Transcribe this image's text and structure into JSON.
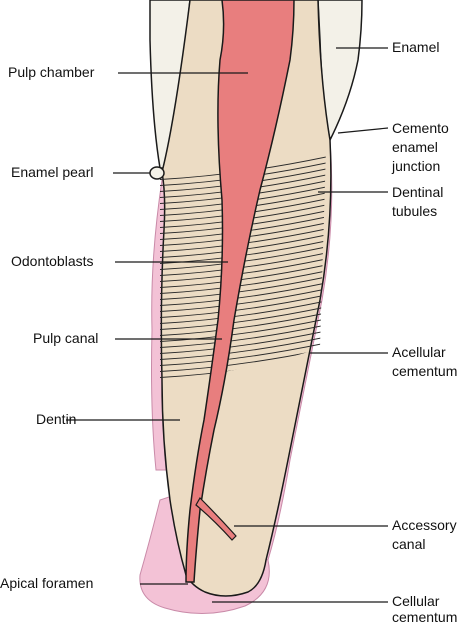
{
  "colors": {
    "enamel": "#f3f1e8",
    "dentin": "#ecdcc4",
    "pulp": "#e87e7e",
    "cementum": "#f3c2d6",
    "outline": "#1a1a1a"
  },
  "labels": {
    "pulp_chamber": "Pulp chamber",
    "enamel_pearl": "Enamel pearl",
    "odontoblasts": "Odontoblasts",
    "pulp_canal": "Pulp canal",
    "dentin": "Dentin",
    "apical_foramen": "Apical foramen",
    "enamel": "Enamel",
    "cej_line1": "Cemento",
    "cej_line2": "enamel",
    "cej_line3": "junction",
    "dentinal_line1": "Dentinal",
    "dentinal_line2": "tubules",
    "acellular_line1": "Acellular",
    "acellular_line2": "cementum",
    "accessory_line1": "Accessory",
    "accessory_line2": "canal",
    "cellular_line1": "Cellular",
    "cellular_line2": "cementum"
  }
}
